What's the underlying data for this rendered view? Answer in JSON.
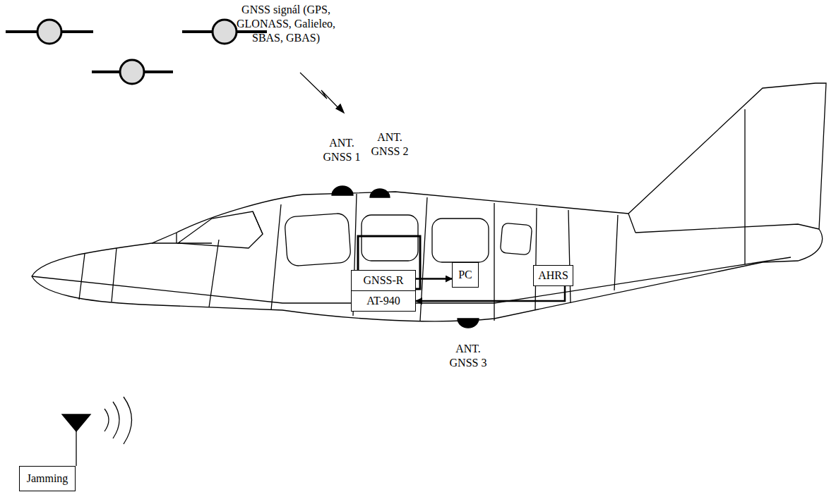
{
  "diagram": {
    "nodes": [
      {
        "text": [
          "GNSS-R"
        ]
      },
      {
        "text": [
          "PC"
        ]
      },
      {
        "text": [
          "AT-940"
        ]
      },
      {
        "text": [
          "AHRS"
        ]
      },
      {
        "text": [
          "Jamming"
        ]
      }
    ],
    "edges": [
      {
        "from": 0,
        "to": 1,
        "arrow": "to"
      },
      {
        "from": 3,
        "to": 2,
        "arrow": "to"
      }
    ],
    "labels": [
      "GNSS signál (GPS, GLONASS, Galieleo, SBAS, GBAS)",
      "ANT. GNSS 1",
      "ANT. GNSS 2",
      "ANT. GNSS 3"
    ]
  }
}
